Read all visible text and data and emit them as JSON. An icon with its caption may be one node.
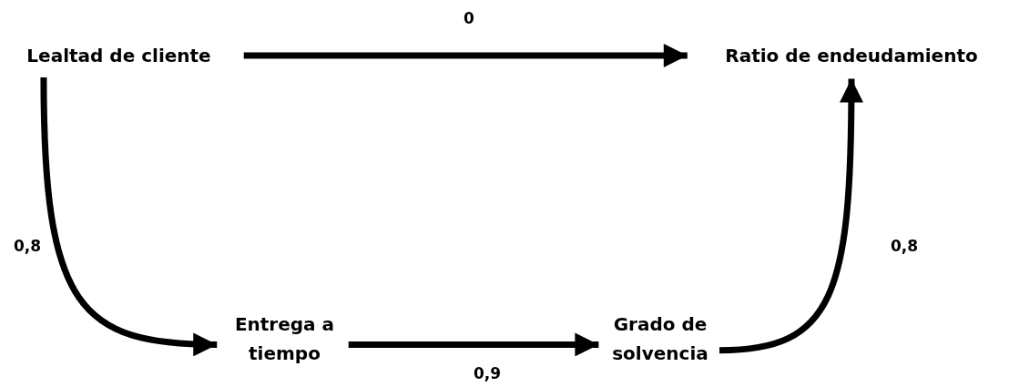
{
  "diagram": {
    "nodes": [
      {
        "text": [
          "Lealtad de cliente"
        ]
      },
      {
        "text": [
          "Ratio de endeudamiento"
        ]
      },
      {
        "text": [
          "Entrega a tiempo"
        ]
      },
      {
        "text": [
          "Grado de solvencia"
        ]
      }
    ],
    "edges": [
      {
        "from": 0,
        "to": 1,
        "arrow": "to",
        "label": "0"
      },
      {
        "from": 0,
        "to": 2,
        "arrow": "to",
        "label": "0,8"
      },
      {
        "from": 2,
        "to": 3,
        "arrow": "to",
        "label": "0,9"
      },
      {
        "from": 3,
        "to": 1,
        "arrow": "to",
        "label": "0,8"
      }
    ]
  }
}
